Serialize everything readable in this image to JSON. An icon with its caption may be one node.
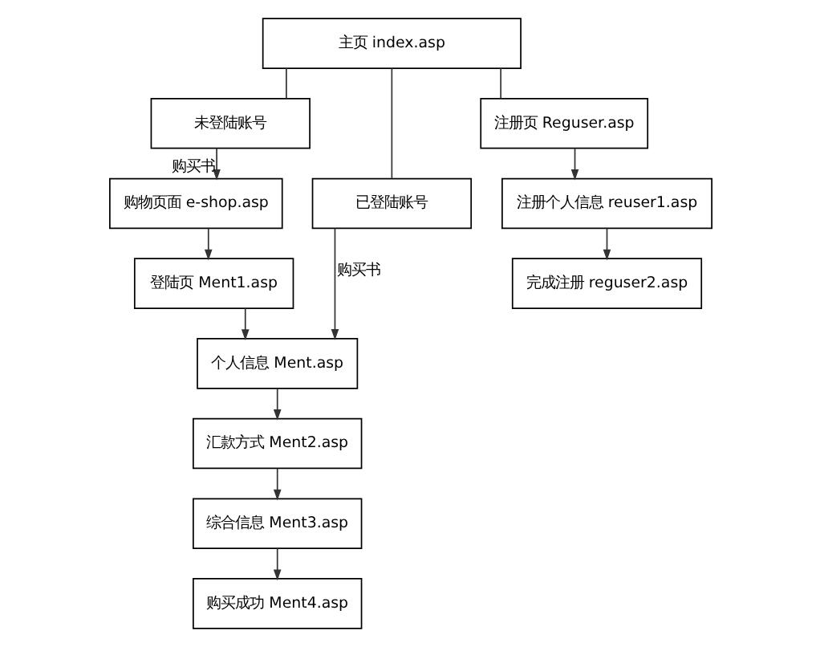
{
  "diagram": {
    "nodes": [
      {
        "text": [
          "主页 index.asp"
        ]
      },
      {
        "text": [
          "未登陆账号"
        ]
      },
      {
        "text": [
          "已登陆账号"
        ]
      },
      {
        "text": [
          "注册页 Reguser.asp"
        ]
      },
      {
        "text": [
          "购物页面 e-shop.asp"
        ]
      },
      {
        "text": [
          "登陆页 Ment1.asp"
        ]
      },
      {
        "text": [
          "个人信息 Ment.asp"
        ]
      },
      {
        "text": [
          "汇款方式 Ment2.asp"
        ]
      },
      {
        "text": [
          "综合信息 Ment3.asp"
        ]
      },
      {
        "text": [
          "购买成功 Ment4.asp"
        ]
      },
      {
        "text": [
          "注册个人信息 reuser1.asp"
        ]
      },
      {
        "text": [
          "完成注册 reguser2.asp"
        ]
      }
    ],
    "edges": [
      {
        "from": 0,
        "to": 1,
        "arrow": "none"
      },
      {
        "from": 0,
        "to": 2,
        "arrow": "none"
      },
      {
        "from": 0,
        "to": 3,
        "arrow": "none"
      },
      {
        "from": 1,
        "to": 4,
        "arrow": "to",
        "label": "购买书"
      },
      {
        "from": 4,
        "to": 5,
        "arrow": "to"
      },
      {
        "from": 5,
        "to": 6,
        "arrow": "to"
      },
      {
        "from": 2,
        "to": 6,
        "arrow": "to",
        "label": "购买书"
      },
      {
        "from": 6,
        "to": 7,
        "arrow": "to"
      },
      {
        "from": 7,
        "to": 8,
        "arrow": "to"
      },
      {
        "from": 8,
        "to": 9,
        "arrow": "to"
      },
      {
        "from": 3,
        "to": 10,
        "arrow": "to"
      },
      {
        "from": 10,
        "to": 11,
        "arrow": "to"
      }
    ]
  }
}
